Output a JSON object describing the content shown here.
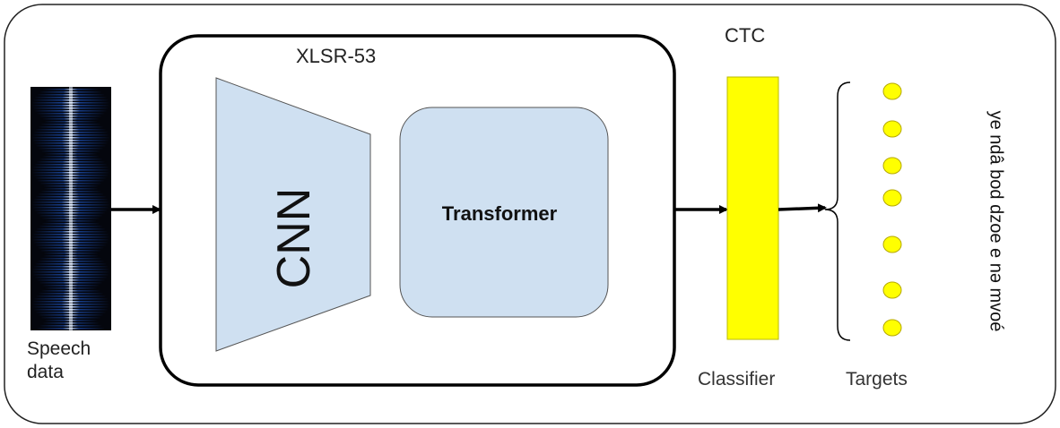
{
  "diagram": {
    "model_label": "XLSR-53",
    "cnn_label": "CNN",
    "transformer_label": "Transformer",
    "ctc_label": "CTC",
    "speech_label": "Speech\ndata",
    "classifier_label": "Classifier",
    "targets_label": "Targets",
    "transcript": "ye ndâ bod dzoe e nə mvoé",
    "colors": {
      "frame_stroke": "#222222",
      "cnn_fill": "#cfe0f1",
      "transformer_fill": "#cfe0f1",
      "classifier_fill": "#ffff00",
      "target_fill": "#ffff00",
      "target_stroke": "#b5a800",
      "arrow": "#000000",
      "spectrogram_bg": "#0a1020",
      "spectrogram_glow": "#ffffff",
      "spectrogram_blue": "#2f6fd9"
    },
    "target_count": 7
  }
}
